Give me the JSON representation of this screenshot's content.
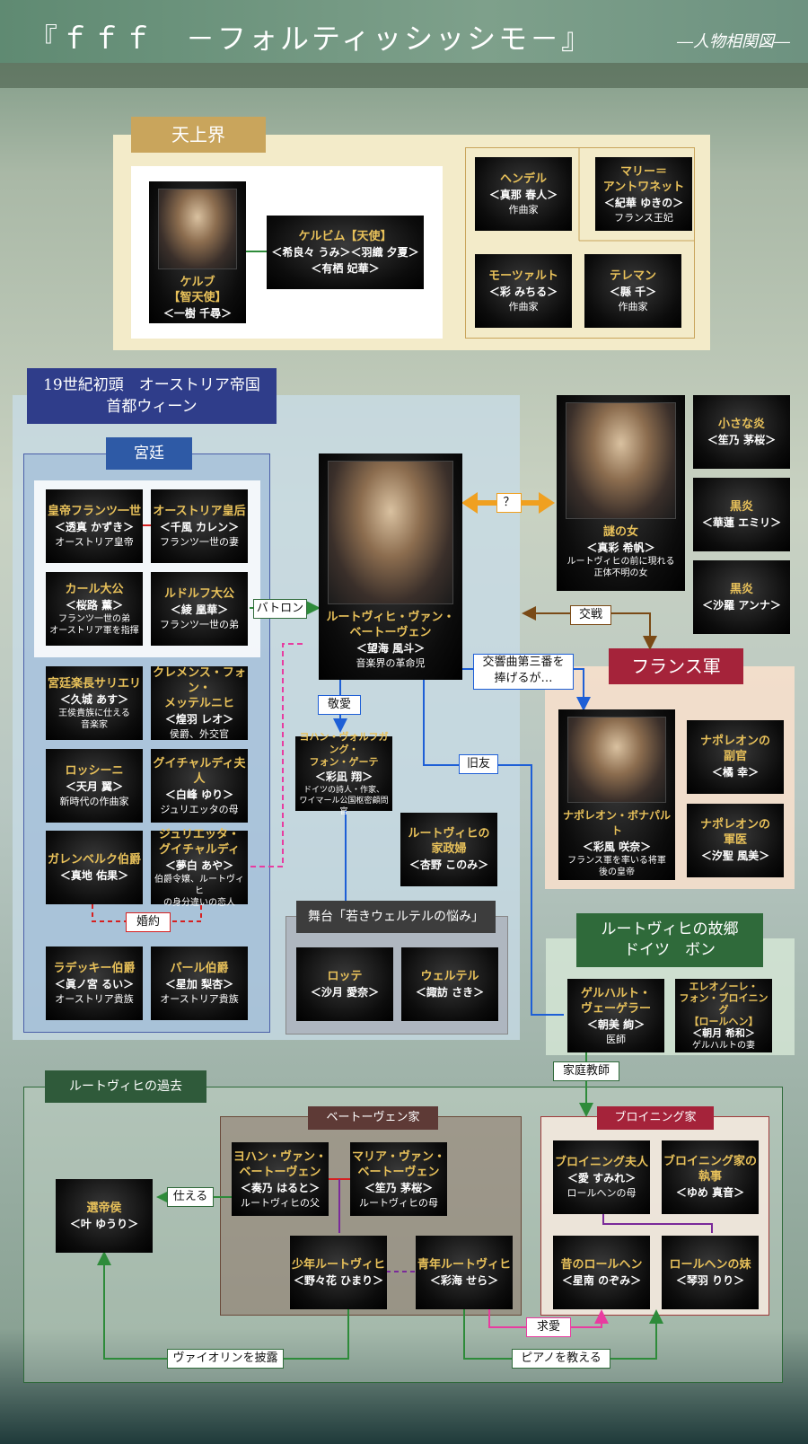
{
  "header": {
    "title": "『ｆｆｆ　－フォルティッシッシモ－』",
    "subtitle": "―人物相関図―"
  },
  "tenjokai": {
    "title": "天上界"
  },
  "vienna": {
    "title": "19世紀初頭　オーストリア帝国\n首都ウィーン",
    "court": "宮廷"
  },
  "france": {
    "title": "フランス軍"
  },
  "bonn": {
    "title": "ルートヴィヒの故郷\nドイツ　ボン"
  },
  "past": {
    "title": "ルートヴィヒの過去",
    "beethoven_family": "ベートーヴェン家",
    "breuning_family": "ブロイニング家"
  },
  "stage": {
    "title": "舞台「若きウェルテルの悩み」"
  },
  "cards": {
    "kerub": {
      "name": "ケルブ\n【智天使】",
      "actor": "＜一樹 千尋＞"
    },
    "cherubim": {
      "name": "ケルビム【天使】",
      "actor": "＜希良々 うみ＞＜羽織 夕夏＞\n＜有栖 妃華＞"
    },
    "handel": {
      "name": "ヘンデル",
      "actor": "＜真那 春人＞",
      "desc": "作曲家"
    },
    "marie": {
      "name": "マリー＝\nアントワネット",
      "actor": "＜紀華 ゆきの＞",
      "desc": "フランス王妃"
    },
    "mozart": {
      "name": "モーツァルト",
      "actor": "＜彩 みちる＞",
      "desc": "作曲家"
    },
    "telemann": {
      "name": "テレマン",
      "actor": "＜縣 千＞",
      "desc": "作曲家"
    },
    "emperor": {
      "name": "皇帝フランツ一世",
      "actor": "＜透真 かずき＞",
      "desc": "オーストリア皇帝"
    },
    "empress": {
      "name": "オーストリア皇后",
      "actor": "＜千風 カレン＞",
      "desc": "フランツ一世の妻"
    },
    "karl": {
      "name": "カール大公",
      "actor": "＜桜路 薫＞",
      "desc": "フランツ一世の弟\nオーストリア軍を指揮"
    },
    "rudolf": {
      "name": "ルドルフ大公",
      "actor": "＜綾 凰華＞",
      "desc": "フランツ一世の弟"
    },
    "salieri": {
      "name": "宮廷楽長サリエリ",
      "actor": "＜久城 あす＞",
      "desc": "王侯貴族に仕える\n音楽家"
    },
    "metternich": {
      "name": "クレメンス・フォン・\nメッテルニヒ",
      "actor": "＜煌羽 レオ＞",
      "desc": "侯爵、外交官"
    },
    "rossini": {
      "name": "ロッシーニ",
      "actor": "＜天月 翼＞",
      "desc": "新時代の作曲家"
    },
    "guicciardi_wife": {
      "name": "グイチャルディ夫人",
      "actor": "＜白峰 ゆり＞",
      "desc": "ジュリエッタの母"
    },
    "gallenberg": {
      "name": "ガレンベルク伯爵",
      "actor": "＜真地 佑果＞"
    },
    "giulietta": {
      "name": "ジュリエッタ・\nグイチャルディ",
      "actor": "＜夢白 あや＞",
      "desc": "伯爵令嬢、ルートヴィヒ\nの身分違いの恋人"
    },
    "radetzky": {
      "name": "ラデッキー伯爵",
      "actor": "＜眞ノ宮 るい＞",
      "desc": "オーストリア貴族"
    },
    "palffy": {
      "name": "パール伯爵",
      "actor": "＜星加 梨杏＞",
      "desc": "オーストリア貴族"
    },
    "ludwig": {
      "name": "ルートヴィヒ・ヴァン・\nベートーヴェン",
      "actor": "＜望海 風斗＞",
      "desc": "音楽界の革命児"
    },
    "goethe": {
      "name": "ヨハン・ヴォルフガング・\nフォン・ゲーテ",
      "actor": "＜彩凪 翔＞",
      "desc": "ドイツの詩人・作家、\nワイマール公国枢密顧問官"
    },
    "housekeeper": {
      "name": "ルートヴィヒの\n家政婦",
      "actor": "＜杏野 このみ＞"
    },
    "lotte": {
      "name": "ロッテ",
      "actor": "＜沙月 愛奈＞"
    },
    "werther": {
      "name": "ウェルテル",
      "actor": "＜諏訪 さき＞"
    },
    "mystery": {
      "name": "謎の女",
      "actor": "＜真彩 希帆＞",
      "desc": "ルートヴィヒの前に現れる\n正体不明の女"
    },
    "flame_small": {
      "name": "小さな炎",
      "actor": "＜笙乃 茅桜＞"
    },
    "flame_black1": {
      "name": "黒炎",
      "actor": "＜華蓮 エミリ＞"
    },
    "flame_black2": {
      "name": "黒炎",
      "actor": "＜沙羅 アンナ＞"
    },
    "napoleon": {
      "name": "ナポレオン・ボナパルト",
      "actor": "＜彩風 咲奈＞",
      "desc": "フランス軍を率いる将軍\n後の皇帝"
    },
    "aide": {
      "name": "ナポレオンの\n副官",
      "actor": "＜橘 幸＞"
    },
    "surgeon": {
      "name": "ナポレオンの\n軍医",
      "actor": "＜汐聖 風美＞"
    },
    "wegeler": {
      "name": "ゲルハルト・\nヴェーゲラー",
      "actor": "＜朝美 絢＞",
      "desc": "医師"
    },
    "eleonore": {
      "name": "エレオノーレ・\nフォン・ブロイニング\n【ロールヘン】",
      "actor": "＜朝月 希和＞",
      "desc": "ゲルハルトの妻"
    },
    "elector": {
      "name": "選帝侯",
      "actor": "＜叶 ゆうり＞"
    },
    "johann": {
      "name": "ヨハン・ヴァン・\nベートーヴェン",
      "actor": "＜奏乃 はると＞",
      "desc": "ルートヴィヒの父"
    },
    "maria": {
      "name": "マリア・ヴァン・\nベートーヴェン",
      "actor": "＜笙乃 茅桜＞",
      "desc": "ルートヴィヒの母"
    },
    "young_boy": {
      "name": "少年ルートヴィヒ",
      "actor": "＜野々花 ひまり＞"
    },
    "young_man": {
      "name": "青年ルートヴィヒ",
      "actor": "＜彩海 せら＞"
    },
    "mrs_breuning": {
      "name": "ブロイニング夫人",
      "actor": "＜愛 すみれ＞",
      "desc": "ロールヘンの母"
    },
    "butler": {
      "name": "ブロイニング家の\n執事",
      "actor": "＜ゆめ 真音＞"
    },
    "lorchen_past": {
      "name": "昔のロールヘン",
      "actor": "＜星南 のぞみ＞"
    },
    "lorchen_sister": {
      "name": "ロールヘンの妹",
      "actor": "＜琴羽 りり＞"
    }
  },
  "labels": {
    "question": "？",
    "baton": "バトロン",
    "battle": "交戦",
    "respect": "敬愛",
    "symphony": "交響曲第三番を\n捧げるが…",
    "old_friend": "旧友",
    "engagement": "婚約",
    "tutor": "家庭教師",
    "serve": "仕える",
    "violin": "ヴァイオリンを披露",
    "courtship": "求愛",
    "piano": "ピアノを教える"
  },
  "colors": {
    "gold": "#e8c15a",
    "green_line": "#2e8b3a",
    "blue_line": "#1e5fd6",
    "pink_line": "#e83ca0",
    "red_line": "#d62020",
    "purple_line": "#7a2a9a",
    "orange_arrow": "#f0a020",
    "brown_line": "#7a4a16"
  }
}
